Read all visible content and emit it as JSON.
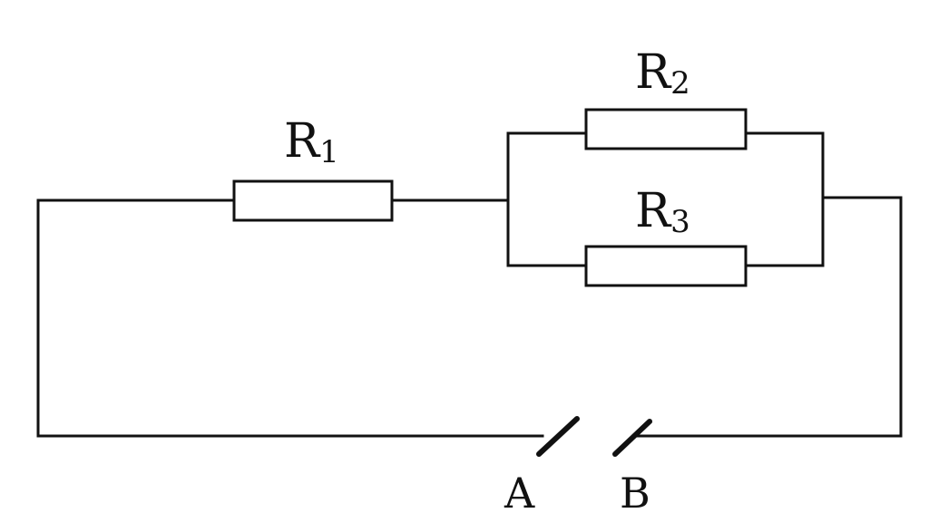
{
  "resistors": [
    {
      "base": "R",
      "sub": "1"
    },
    {
      "base": "R",
      "sub": "2"
    },
    {
      "base": "R",
      "sub": "3"
    }
  ],
  "terminals": {
    "a": "A",
    "b": "B"
  },
  "colors": {
    "line": "#111111",
    "background": "#ffffff"
  }
}
